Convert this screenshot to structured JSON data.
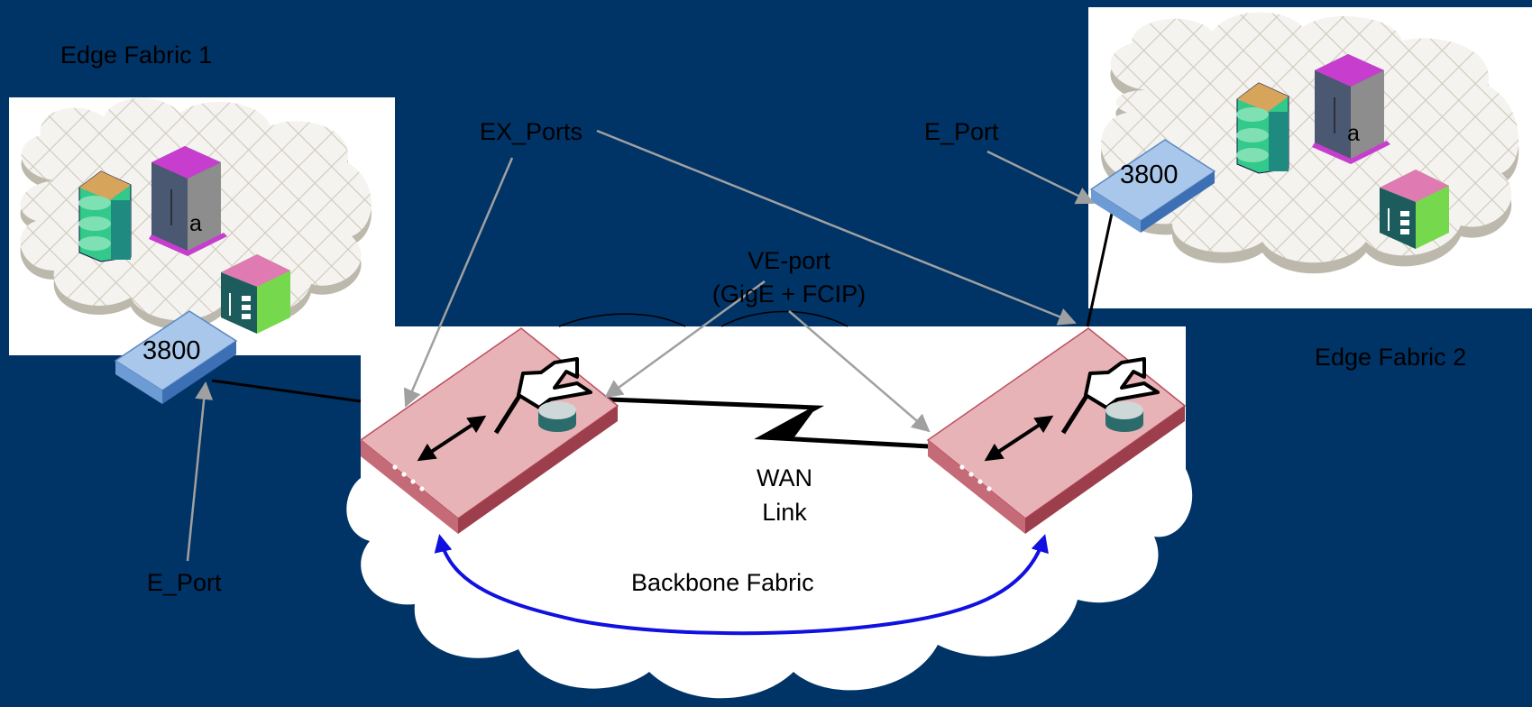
{
  "edge_fabric_1": {
    "title": "Edge Fabric 1",
    "switch_label": "3800",
    "server_letter": "a"
  },
  "edge_fabric_2": {
    "title": "Edge Fabric 2",
    "switch_label": "3800",
    "server_letter": "a"
  },
  "backbone": {
    "title": "Backbone Fabric"
  },
  "labels": {
    "ex_ports": "EX_Ports",
    "e_port_right": "E_Port",
    "e_port_left": "E_Port",
    "ve_port_line1": "VE-port",
    "ve_port_line2": "(GigE + FCIP)",
    "wan_line1": "WAN",
    "wan_line2": "Link"
  },
  "colors": {
    "background": "#003366",
    "router_top": "#e6b0b4",
    "router_side": "#b9505f",
    "edge_switch": "#a9c7ea",
    "link_arrow": "#1010e0",
    "pointer": "#a0a0a0"
  }
}
